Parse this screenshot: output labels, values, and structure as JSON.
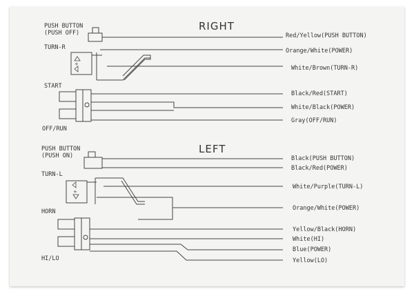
{
  "sections": {
    "right_title": "RIGHT",
    "left_title": "LEFT"
  },
  "controls": {
    "push_off": "PUSH BUTTON\n(PUSH OFF)",
    "turn_r": "TURN-R",
    "start": "START",
    "off_run": "OFF/RUN",
    "push_on": "PUSH BUTTON\n(PUSH ON)",
    "turn_l": "TURN-L",
    "horn": "HORN",
    "hi_lo": "HI/LO"
  },
  "wires": {
    "right": [
      "Red/Yellow(PUSH BUTTON)",
      "Orange/White(POWER)",
      "White/Brown(TURN-R)",
      "Black/Red(START)",
      "White/Black(POWER)",
      "Gray(OFF/RUN)"
    ],
    "left": [
      "Black(PUSH BUTTON)",
      "Black/Red(POWER)",
      "White/Purple(TURN-L)",
      "Orange/White(POWER)",
      "Yellow/Black(HORN)",
      "White(HI)",
      "Blue(POWER)",
      "Yellow(LO)"
    ]
  },
  "colors": {
    "paper": "#f4f4f2",
    "ink": "#333333"
  }
}
